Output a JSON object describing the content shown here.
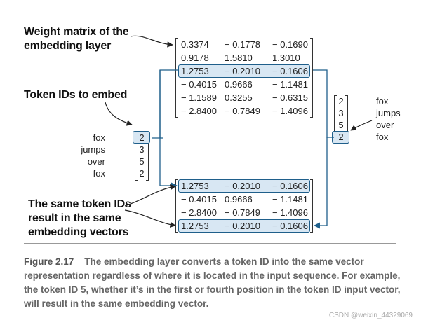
{
  "labels": {
    "weight_matrix_line1": "Weight matrix of the",
    "weight_matrix_line2": "embedding layer",
    "token_ids": "Token IDs to embed",
    "same_ids_line1": "The same token IDs",
    "same_ids_line2": "result in the same",
    "same_ids_line3": "embedding vectors"
  },
  "weight_matrix": [
    [
      "0.3374",
      "− 0.1778",
      "− 0.1690"
    ],
    [
      "0.9178",
      "1.5810",
      "1.3010"
    ],
    [
      "1.2753",
      "− 0.2010",
      "− 0.1606"
    ],
    [
      "− 0.4015",
      "0.9666",
      "− 1.1481"
    ],
    [
      "− 1.1589",
      "0.3255",
      "− 0.6315"
    ],
    [
      "− 2.8400",
      "− 0.7849",
      "− 1.4096"
    ]
  ],
  "output_matrix": [
    [
      "1.2753",
      "− 0.2010",
      "− 0.1606"
    ],
    [
      "− 0.4015",
      "0.9666",
      "− 1.1481"
    ],
    [
      "− 2.8400",
      "− 0.7849",
      "− 1.4096"
    ],
    [
      "1.2753",
      "− 0.2010",
      "− 0.1606"
    ]
  ],
  "left_tokens": {
    "words": [
      "fox",
      "jumps",
      "over",
      "fox"
    ],
    "ids": [
      "2",
      "3",
      "5",
      "2"
    ]
  },
  "right_tokens": {
    "words": [
      "fox",
      "jumps",
      "over",
      "fox"
    ],
    "ids": [
      "2",
      "3",
      "5",
      "2"
    ]
  },
  "caption": {
    "figure": "Figure 2.17",
    "text": "The embedding layer converts a token ID into the same vector representation regardless of where it is located in the input sequence. For example, the token ID 5, whether it’s in the first or fourth position in the token ID input vector, will result in the same embedding vector."
  },
  "watermark": "CSDN @weixin_44329069",
  "colors": {
    "highlight_fill": "#d8e7f3",
    "highlight_border": "#1f5f8b",
    "arrow": "#1f5f8b"
  }
}
